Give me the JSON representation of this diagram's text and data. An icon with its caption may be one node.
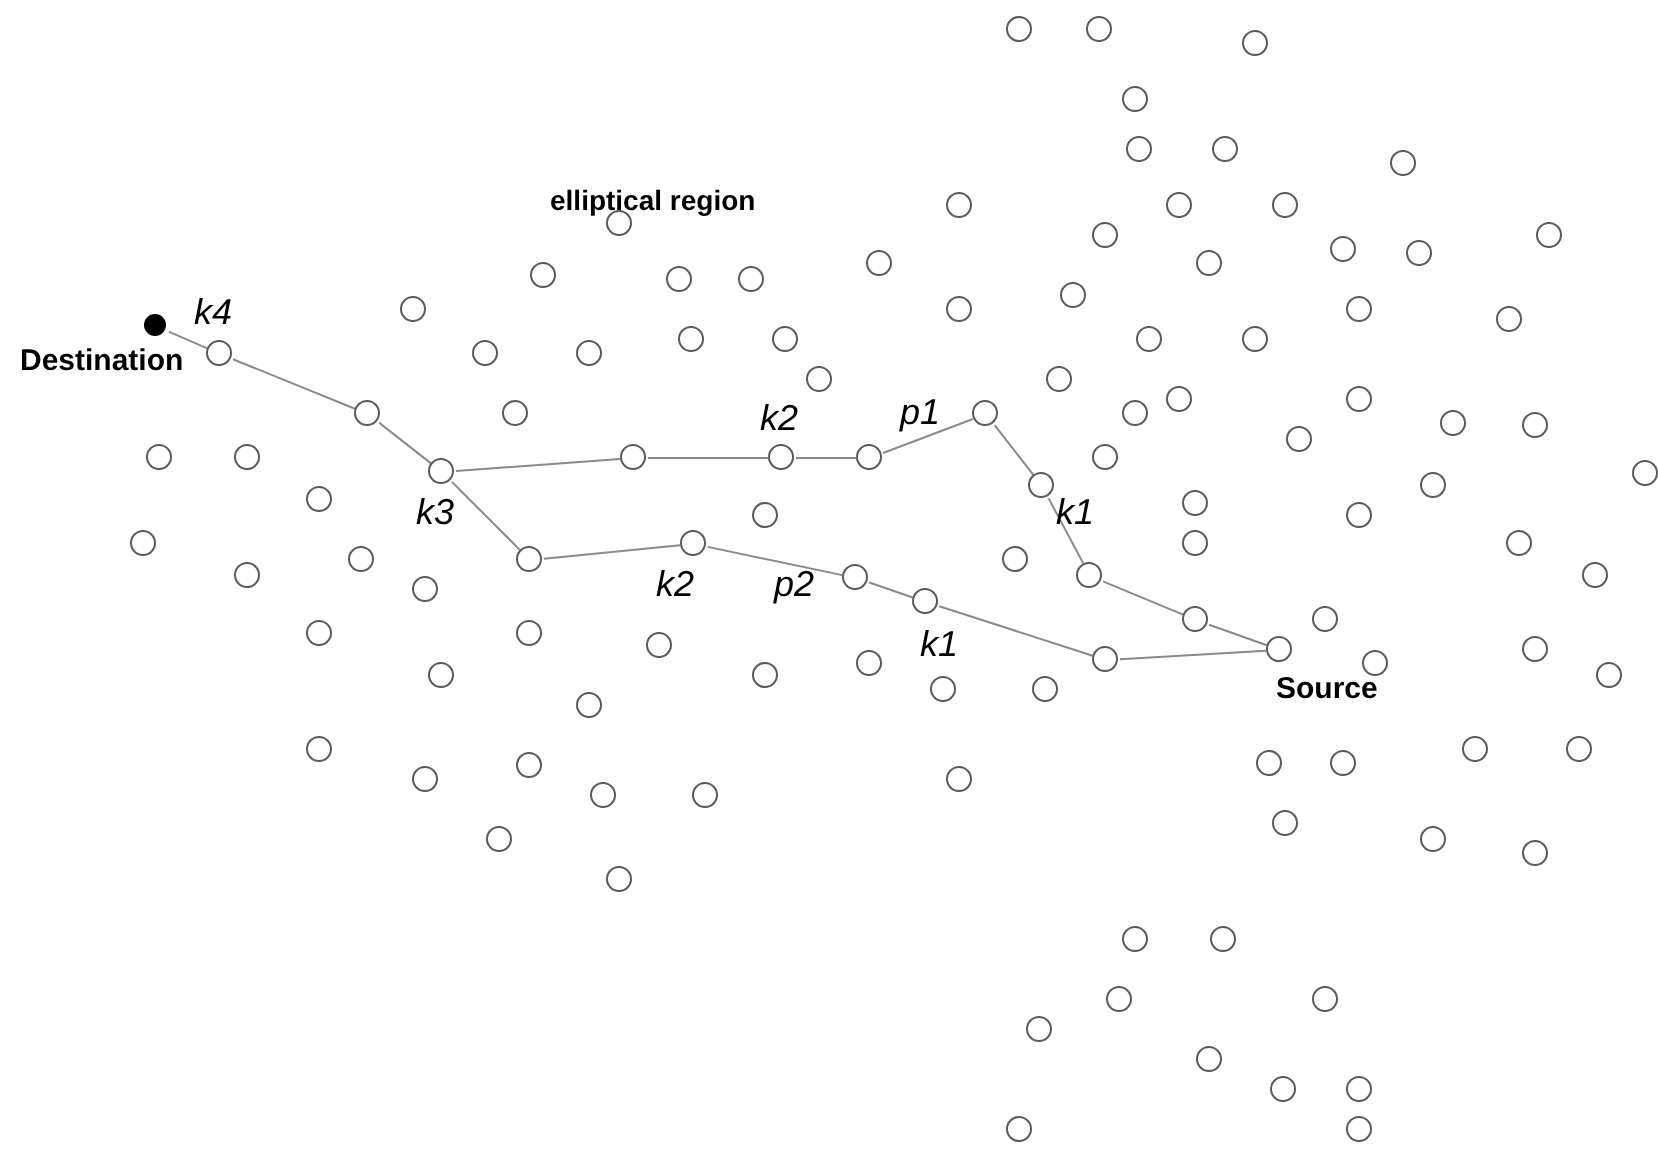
{
  "diagram": {
    "nodes": [
      {
        "text": [],
        "shape": "circle",
        "beside": [
          "Source"
        ]
      },
      {
        "text": [],
        "shape": "circle"
      },
      {
        "text": [],
        "shape": "circle"
      },
      {
        "text": [],
        "shape": "circle"
      },
      {
        "text": [],
        "shape": "circle"
      },
      {
        "text": [],
        "shape": "circle"
      },
      {
        "text": [],
        "shape": "circle"
      },
      {
        "text": [],
        "shape": "circle"
      },
      {
        "text": [],
        "shape": "circle"
      },
      {
        "text": [],
        "shape": "circle"
      },
      {
        "text": [],
        "shape": "circle"
      },
      {
        "text": [],
        "shape": "circle"
      },
      {
        "text": [],
        "shape": "circle"
      },
      {
        "text": [],
        "shape": "circle"
      },
      {
        "text": [],
        "shape": "circle"
      },
      {
        "text": [],
        "shape": "circle"
      },
      {
        "text": [],
        "shape": "dot",
        "beside": [
          "Destination"
        ]
      },
      {
        "text": [],
        "shape": "circle"
      },
      {
        "text": [],
        "shape": "circle"
      },
      {
        "text": [],
        "shape": "circle"
      },
      {
        "text": [],
        "shape": "circle"
      },
      {
        "text": [],
        "shape": "circle"
      },
      {
        "text": [],
        "shape": "circle"
      },
      {
        "text": [],
        "shape": "circle"
      },
      {
        "text": [],
        "shape": "circle"
      },
      {
        "text": [],
        "shape": "circle"
      },
      {
        "text": [],
        "shape": "circle"
      },
      {
        "text": [],
        "shape": "circle"
      },
      {
        "text": [],
        "shape": "circle"
      },
      {
        "text": [],
        "shape": "circle"
      },
      {
        "text": [],
        "shape": "circle"
      },
      {
        "text": [],
        "shape": "circle"
      },
      {
        "text": [],
        "shape": "circle"
      },
      {
        "text": [],
        "shape": "circle"
      },
      {
        "text": [],
        "shape": "circle"
      },
      {
        "text": [],
        "shape": "circle"
      },
      {
        "text": [],
        "shape": "circle"
      },
      {
        "text": [],
        "shape": "circle"
      },
      {
        "text": [],
        "shape": "circle"
      },
      {
        "text": [],
        "shape": "circle"
      },
      {
        "text": [],
        "shape": "circle"
      },
      {
        "text": [],
        "shape": "circle"
      },
      {
        "text": [],
        "shape": "circle"
      },
      {
        "text": [],
        "shape": "circle"
      },
      {
        "text": [],
        "shape": "circle"
      },
      {
        "text": [],
        "shape": "circle"
      },
      {
        "text": [],
        "shape": "circle"
      },
      {
        "text": [],
        "shape": "circle"
      },
      {
        "text": [],
        "shape": "circle"
      },
      {
        "text": [],
        "shape": "circle"
      },
      {
        "text": [],
        "shape": "circle"
      },
      {
        "text": [],
        "shape": "circle"
      },
      {
        "text": [],
        "shape": "circle"
      },
      {
        "text": [],
        "shape": "circle"
      },
      {
        "text": [],
        "shape": "circle"
      },
      {
        "text": [],
        "shape": "circle"
      },
      {
        "text": [],
        "shape": "circle"
      },
      {
        "text": [],
        "shape": "circle"
      },
      {
        "text": [],
        "shape": "circle"
      },
      {
        "text": [],
        "shape": "circle"
      },
      {
        "text": [],
        "shape": "circle"
      },
      {
        "text": [],
        "shape": "circle"
      },
      {
        "text": [],
        "shape": "circle"
      },
      {
        "text": [],
        "shape": "circle"
      },
      {
        "text": [],
        "shape": "circle"
      },
      {
        "text": [],
        "shape": "circle"
      },
      {
        "text": [],
        "shape": "circle"
      },
      {
        "text": [],
        "shape": "circle"
      },
      {
        "text": [],
        "shape": "circle"
      },
      {
        "text": [],
        "shape": "circle"
      },
      {
        "text": [],
        "shape": "circle"
      },
      {
        "text": [],
        "shape": "circle"
      },
      {
        "text": [],
        "shape": "circle"
      },
      {
        "text": [],
        "shape": "circle"
      },
      {
        "text": [],
        "shape": "circle"
      },
      {
        "text": [],
        "shape": "circle"
      },
      {
        "text": [],
        "shape": "circle"
      },
      {
        "text": [],
        "shape": "circle"
      },
      {
        "text": [],
        "shape": "circle"
      },
      {
        "text": [],
        "shape": "circle"
      },
      {
        "text": [],
        "shape": "circle"
      },
      {
        "text": [],
        "shape": "circle"
      },
      {
        "text": [],
        "shape": "circle"
      },
      {
        "text": [],
        "shape": "circle"
      },
      {
        "text": [],
        "shape": "circle"
      },
      {
        "text": [],
        "shape": "circle"
      },
      {
        "text": [],
        "shape": "circle"
      },
      {
        "text": [],
        "shape": "circle"
      },
      {
        "text": [],
        "shape": "circle"
      },
      {
        "text": [],
        "shape": "circle"
      },
      {
        "text": [],
        "shape": "circle"
      },
      {
        "text": [],
        "shape": "circle"
      },
      {
        "text": [],
        "shape": "circle"
      },
      {
        "text": [],
        "shape": "circle"
      },
      {
        "text": [],
        "shape": "circle"
      },
      {
        "text": [],
        "shape": "circle"
      },
      {
        "text": [],
        "shape": "circle"
      },
      {
        "text": [],
        "shape": "circle"
      },
      {
        "text": [],
        "shape": "circle"
      },
      {
        "text": [],
        "shape": "circle"
      },
      {
        "text": [],
        "shape": "circle"
      },
      {
        "text": [],
        "shape": "circle"
      },
      {
        "text": [],
        "shape": "circle"
      },
      {
        "text": [],
        "shape": "circle"
      },
      {
        "text": [],
        "shape": "circle"
      },
      {
        "text": [],
        "shape": "circle"
      },
      {
        "text": [],
        "shape": "circle"
      },
      {
        "text": [],
        "shape": "circle"
      },
      {
        "text": [],
        "shape": "circle"
      },
      {
        "text": [],
        "shape": "circle"
      },
      {
        "text": [],
        "shape": "circle"
      },
      {
        "text": [],
        "shape": "circle"
      }
    ],
    "edges": [
      {
        "from": 0,
        "to": 1,
        "arrow": "none"
      },
      {
        "from": 1,
        "to": 2,
        "arrow": "none"
      },
      {
        "from": 2,
        "to": 3,
        "arrow": "none"
      },
      {
        "from": 3,
        "to": 4,
        "arrow": "none"
      },
      {
        "from": 4,
        "to": 5,
        "arrow": "none"
      },
      {
        "from": 5,
        "to": 6,
        "arrow": "none"
      },
      {
        "from": 6,
        "to": 7,
        "arrow": "none"
      },
      {
        "from": 7,
        "to": 8,
        "arrow": "none"
      },
      {
        "from": 0,
        "to": 9,
        "arrow": "none"
      },
      {
        "from": 9,
        "to": 10,
        "arrow": "none"
      },
      {
        "from": 10,
        "to": 11,
        "arrow": "none"
      },
      {
        "from": 11,
        "to": 12,
        "arrow": "none"
      },
      {
        "from": 12,
        "to": 13,
        "arrow": "none"
      },
      {
        "from": 13,
        "to": 8,
        "arrow": "none"
      },
      {
        "from": 8,
        "to": 14,
        "arrow": "none"
      },
      {
        "from": 14,
        "to": 15,
        "arrow": "none"
      },
      {
        "from": 15,
        "to": 16,
        "arrow": "none"
      }
    ],
    "labels": [
      "elliptical region",
      "k4",
      "k2",
      "p1",
      "k3",
      "k1",
      "k2",
      "p2",
      "k1"
    ]
  }
}
